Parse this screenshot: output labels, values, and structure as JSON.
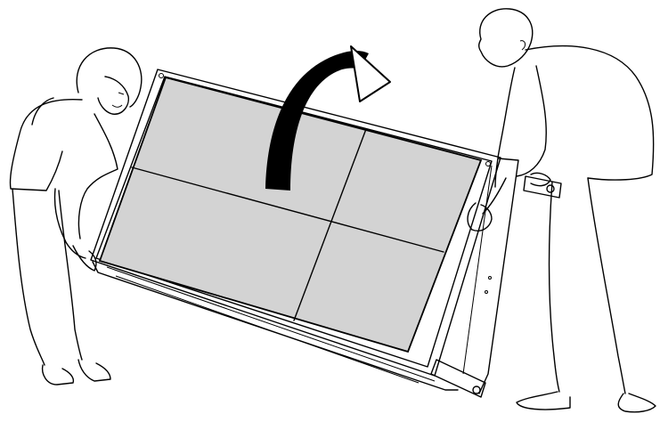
{
  "illustration": {
    "panel_fill_color": "#d3d3d3",
    "line_color": "#000000",
    "arrow_color": "#000000",
    "background_color": "#ffffff",
    "figures": [
      "woman-lifting-figure",
      "man-lifting-figure"
    ],
    "object": "framed-panel",
    "indicator": "rotate-arrow-icon"
  }
}
